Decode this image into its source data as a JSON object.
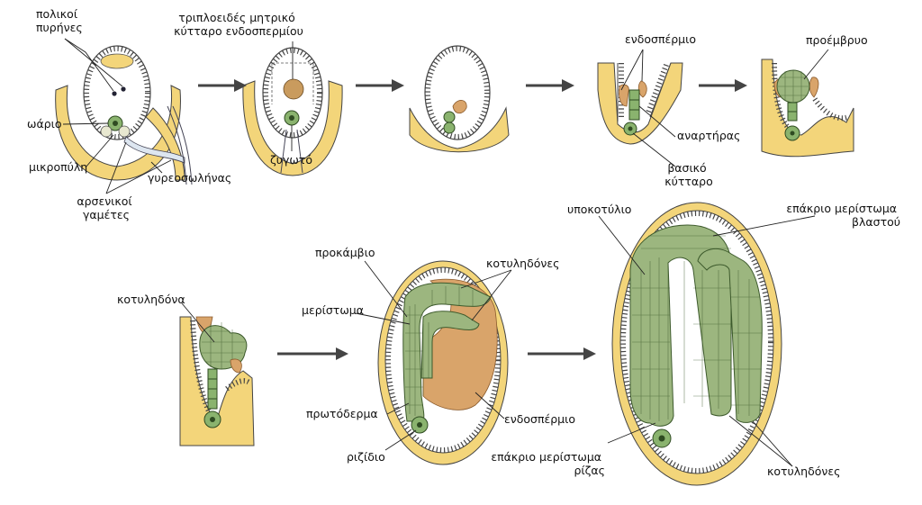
{
  "labels": {
    "polar_nuclei": [
      "πολικοί",
      "πυρήνες"
    ],
    "triploid_cell": [
      "τριπλοειδές μητρικό",
      "κύτταρο ενδοσπερμίου"
    ],
    "egg": "ωάριο",
    "micropyle": "μικροπύλη",
    "pollen_tube": "γυρεοσωλήνας",
    "male_gametes": [
      "αρσενικοί",
      "γαμέτες"
    ],
    "zygote": "ζυγωτό",
    "endosperm_top": "ενδοσπέρμιο",
    "suspensor": "αναρτήρας",
    "basal_cell": [
      "βασικό",
      "κύτταρο"
    ],
    "proembryo": "προέμβρυο",
    "cotyledon": "κοτυληδόνα",
    "procambium": "προκάμβιο",
    "cotyledons_mid": "κοτυληδόνες",
    "meristem": "μερίστωμα",
    "protoderm": "πρωτόδερμα",
    "radicle": "ριζίδιο",
    "endosperm_mid": "ενδοσπέρμιο",
    "hypocotyl": "υποκοτύλιο",
    "shoot_apical_meristem": [
      "επάκριο μερίστωμα",
      "βλαστού"
    ],
    "root_apical_meristem": [
      "επάκριο μερίστωμα",
      "ρίζας"
    ],
    "cotyledons_right": "κοτυληδόνες"
  },
  "colors": {
    "integument": "#f3d57a",
    "embryo": "#9cb67f",
    "endosperm": "#d9a46a",
    "arrow": "#444444"
  }
}
